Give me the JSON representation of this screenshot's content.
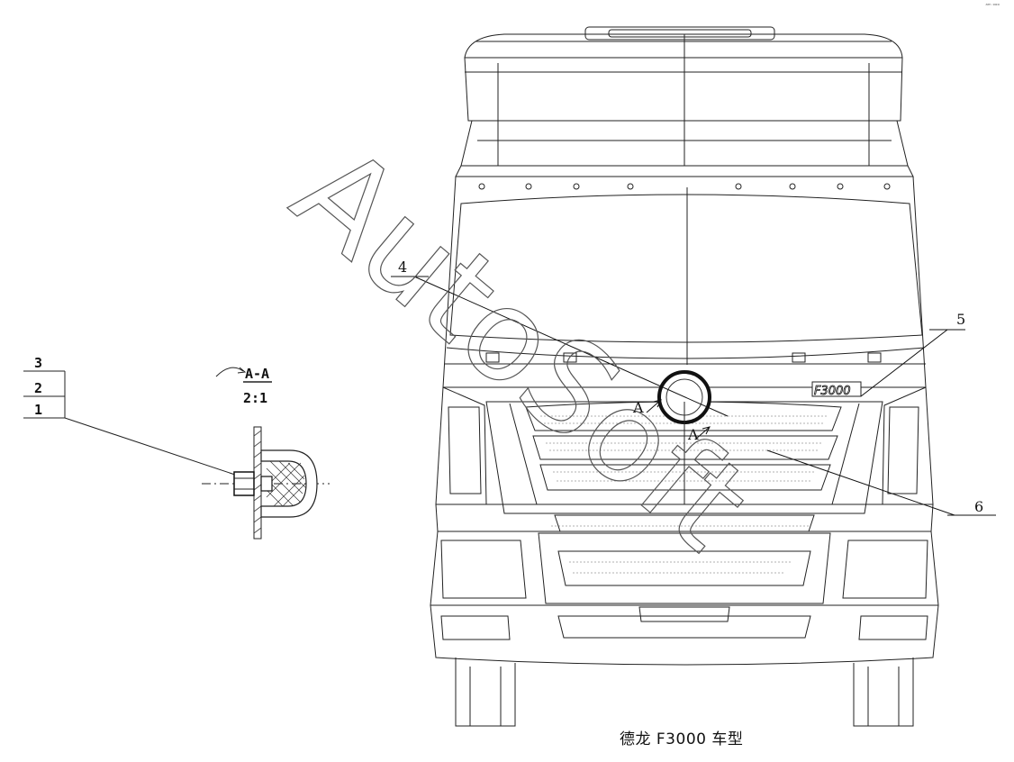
{
  "caption": "德龙 F3000 车型",
  "corner_mark": "ᵃᵐ ᵒᵒᵒ",
  "watermark": "AutoSoft",
  "section": {
    "title": "A-A",
    "scale": "2:1"
  },
  "callouts": {
    "c1": "1",
    "c2": "2",
    "c3": "3",
    "c4": "4",
    "c5": "5",
    "c6": "6",
    "arrowA1": "A",
    "arrowA2": "A"
  },
  "badge_text": "F3000"
}
